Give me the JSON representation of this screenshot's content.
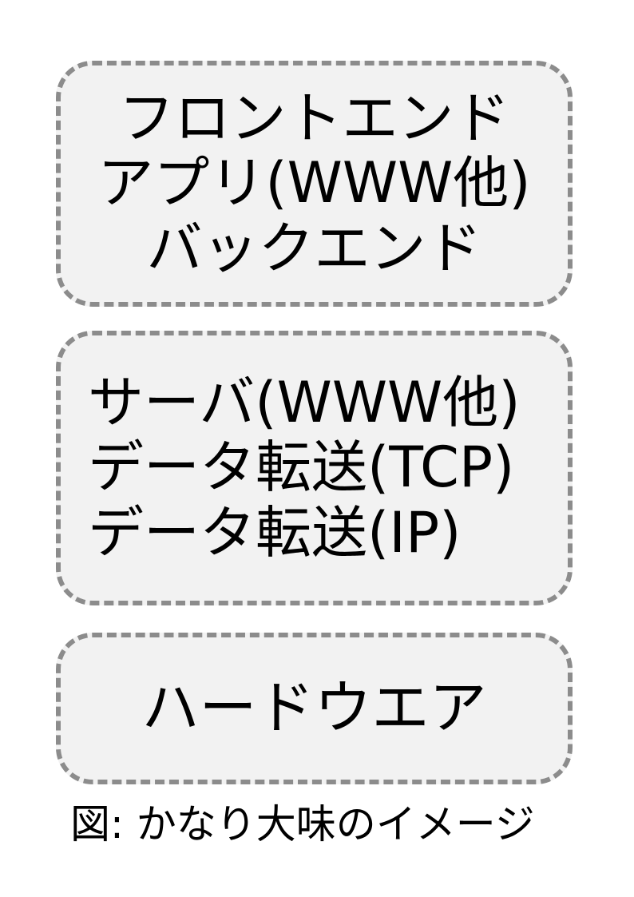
{
  "diagram": {
    "layers": [
      {
        "lines": [
          "フロントエンド",
          "アプリ(WWW他)",
          "バックエンド"
        ]
      },
      {
        "lines": [
          "サーバ(WWW他)",
          "データ転送(TCP)",
          "データ転送(IP)"
        ]
      },
      {
        "lines": [
          "ハードウエア"
        ]
      }
    ],
    "caption": "図: かなり大味のイメージ",
    "colors": {
      "box_fill": "#f2f2f2",
      "box_border": "#8c8c8c",
      "text": "#000000",
      "background": "#ffffff"
    }
  }
}
